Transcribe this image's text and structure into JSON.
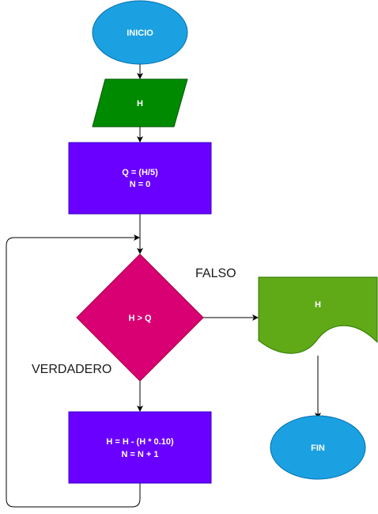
{
  "nodes": {
    "start": {
      "label": "INICIO",
      "fill": "#1ba1e2"
    },
    "input": {
      "label": "H",
      "fill": "#008a00"
    },
    "process1": {
      "lines": [
        "Q = (H/5)",
        "N = 0"
      ],
      "fill": "#6a00ff"
    },
    "decision": {
      "label": "H > Q",
      "fill": "#d80073"
    },
    "process2": {
      "lines": [
        "H = H - (H * 0.10)",
        "N = N + 1"
      ],
      "fill": "#6a00ff"
    },
    "output": {
      "label": "H",
      "fill": "#60a917"
    },
    "end": {
      "label": "FIN",
      "fill": "#1ba1e2"
    }
  },
  "edge_labels": {
    "false": "FALSO",
    "true": "VERDADERO"
  }
}
